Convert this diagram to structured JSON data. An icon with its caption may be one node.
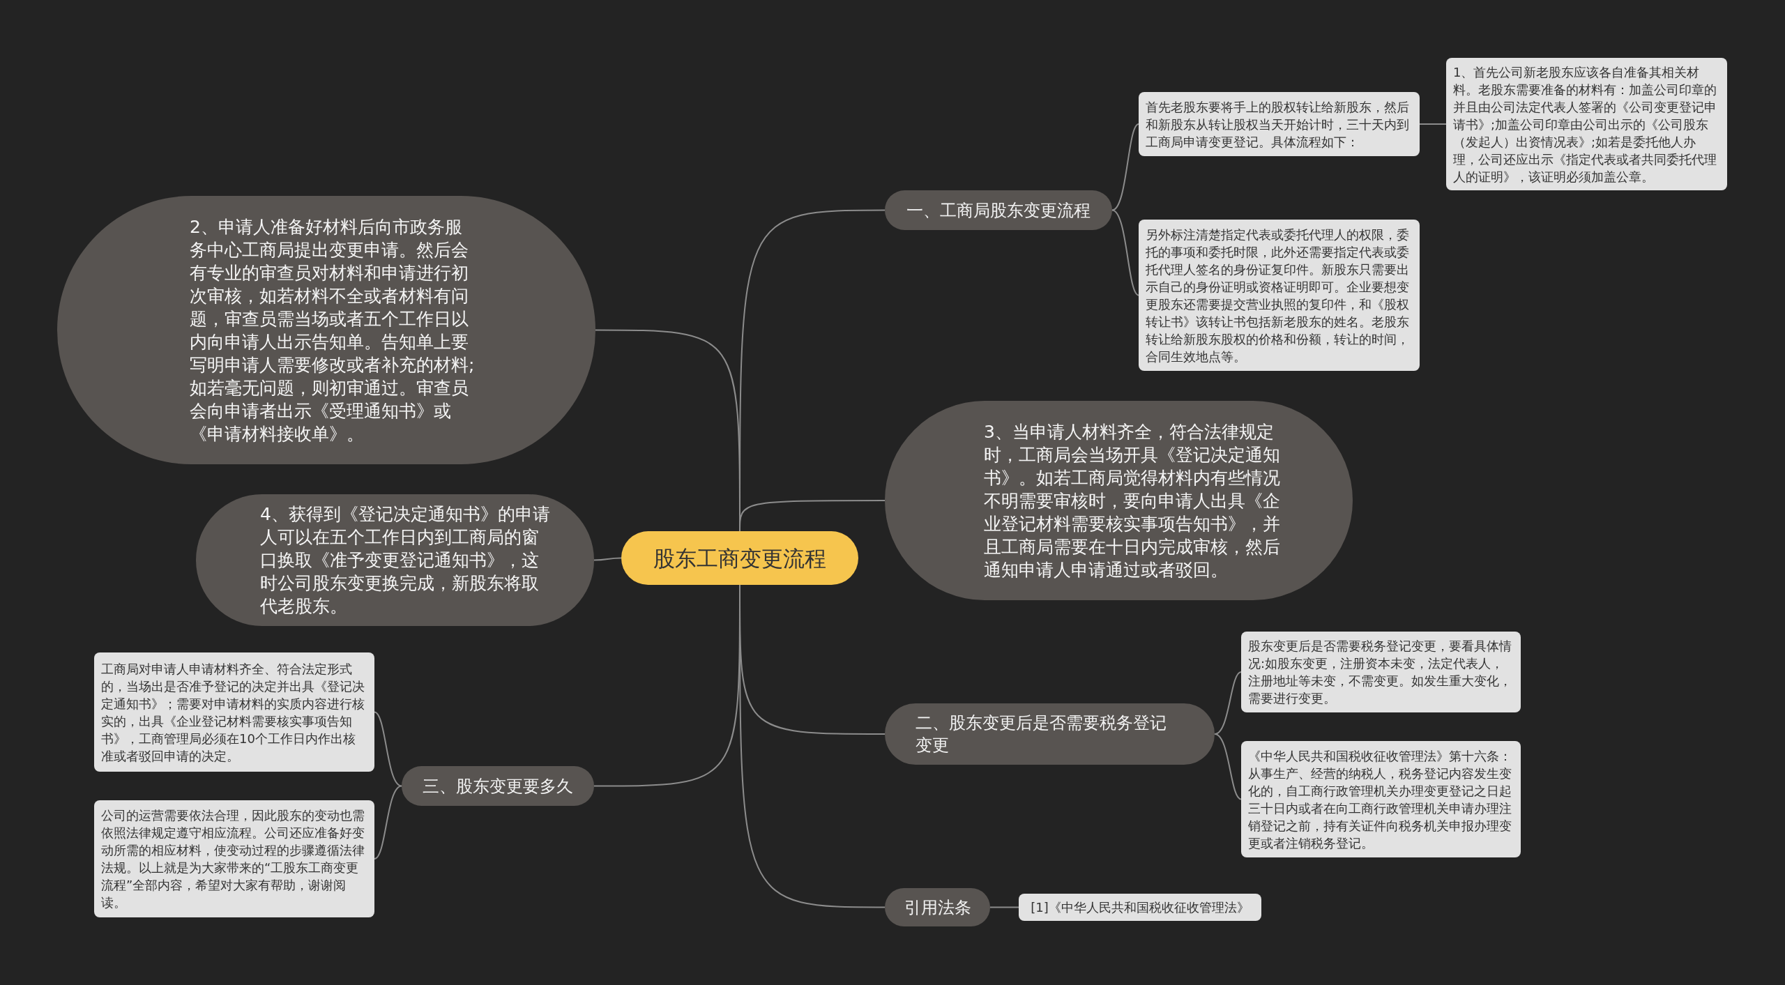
{
  "diagram": {
    "nodes": [
      {
        "text": [
          "股东工商变更流程"
        ]
      },
      {
        "text": [
          "一、工商局股东变更流程"
        ]
      },
      {
        "text": [
          "首先老股东要将手上的股权转让给新股东，然后和新股东从转让股权当天开始计时，三十天内到工商局申请变更登记。具体流程如下："
        ]
      },
      {
        "text": [
          "1、首先公司新老股东应该各自准备其相关材料。老股东需要准备的材料有：加盖公司印章的并且由公司法定代表人签署的《公司变更登记申请书》;加盖公司印章由公司出示的《公司股东（发起人）出资情况表》;如若是委托他人办理，公司还应出示《指定代表或者共同委托代理人的证明》，该证明必须加盖公章。"
        ]
      },
      {
        "text": [
          "另外标注清楚指定代表或委托代理人的权限，委托的事项和委托时限，此外还需要指定代表或委托代理人签名的身份证复印件。新股东只需要出示自己的身份证明或资格证明即可。企业要想变更股东还需要提交营业执照的复印件，和《股权转让书》该转让书包括新老股东的姓名。老股东转让给新股东股权的价格和份额，转让的时间，合同生效地点等。"
        ]
      },
      {
        "text": [
          "2、申请人准备好材料后向市政务服务中心工商局提出变更申请。然后会有专业的审查员对材料和申请进行初次审核，如若材料不全或者材料有问题，审查员需当场或者五个工作日以内向申请人出示告知单。告知单上要写明申请人需要修改或者补充的材料;如若毫无问题，则初审通过。审查员会向申请者出示《受理通知书》或《申请材料接收单》。"
        ]
      },
      {
        "text": [
          "3、当申请人材料齐全，符合法律规定时，工商局会当场开具《登记决定通知书》。如若工商局觉得材料内有些情况不明需要审核时，要向申请人出具《企业登记材料需要核实事项告知书》，并且工商局需要在十日内完成审核，然后通知申请人申请通过或者驳回。"
        ]
      },
      {
        "text": [
          "4、获得到《登记决定通知书》的申请人可以在五个工作日内到工商局的窗口换取《准予变更登记通知书》，这时公司股东变更换完成，新股东将取代老股东。"
        ]
      },
      {
        "text": [
          "二、股东变更后是否需要税务登记变更"
        ]
      },
      {
        "text": [
          "股东变更后是否需要税务登记变更，要看具体情况:如股东变更，注册资本未变，法定代表人，注册地址等未变，不需变更。如发生重大变化，需要进行变更。"
        ]
      },
      {
        "text": [
          "《中华人民共和国税收征收管理法》第十六条：从事生产、经营的纳税人，税务登记内容发生变化的，自工商行政管理机关办理变更登记之日起三十日内或者在向工商行政管理机关申请办理注销登记之前，持有关证件向税务机关申报办理变更或者注销税务登记。"
        ]
      },
      {
        "text": [
          "三、股东变更要多久"
        ]
      },
      {
        "text": [
          "工商局对申请人申请材料齐全、符合法定形式的，当场出是否准予登记的决定并出具《登记决定通知书》；需要对申请材料的实质内容进行核实的，出具《企业登记材料需要核实事项告知书》，工商管理局必须在10个工作日内作出核准或者驳回申请的决定。"
        ]
      },
      {
        "text": [
          "公司的运营需要依法合理，因此股东的变动也需依照法律规定遵守相应流程。公司还应准备好变动所需的相应材料，使变动过程的步骤遵循法律法规。以上就是为大家带来的“工股东工商变更流程”全部内容，希望对大家有帮助，谢谢阅读。"
        ]
      },
      {
        "text": [
          "引用法条"
        ]
      },
      {
        "text": [
          "[1]《中华人民共和国税收征收管理法》"
        ]
      }
    ],
    "edges": [
      {
        "from": 0,
        "to": 1,
        "arrow": "none"
      },
      {
        "from": 1,
        "to": 2,
        "arrow": "none"
      },
      {
        "from": 2,
        "to": 3,
        "arrow": "none"
      },
      {
        "from": 1,
        "to": 4,
        "arrow": "none"
      },
      {
        "from": 0,
        "to": 5,
        "arrow": "none"
      },
      {
        "from": 0,
        "to": 6,
        "arrow": "none"
      },
      {
        "from": 0,
        "to": 7,
        "arrow": "none"
      },
      {
        "from": 0,
        "to": 8,
        "arrow": "none"
      },
      {
        "from": 8,
        "to": 9,
        "arrow": "none"
      },
      {
        "from": 8,
        "to": 10,
        "arrow": "none"
      },
      {
        "from": 0,
        "to": 11,
        "arrow": "none"
      },
      {
        "from": 11,
        "to": 12,
        "arrow": "none"
      },
      {
        "from": 11,
        "to": 13,
        "arrow": "none"
      },
      {
        "from": 0,
        "to": 14,
        "arrow": "none"
      },
      {
        "from": 14,
        "to": 15,
        "arrow": "none"
      }
    ]
  }
}
